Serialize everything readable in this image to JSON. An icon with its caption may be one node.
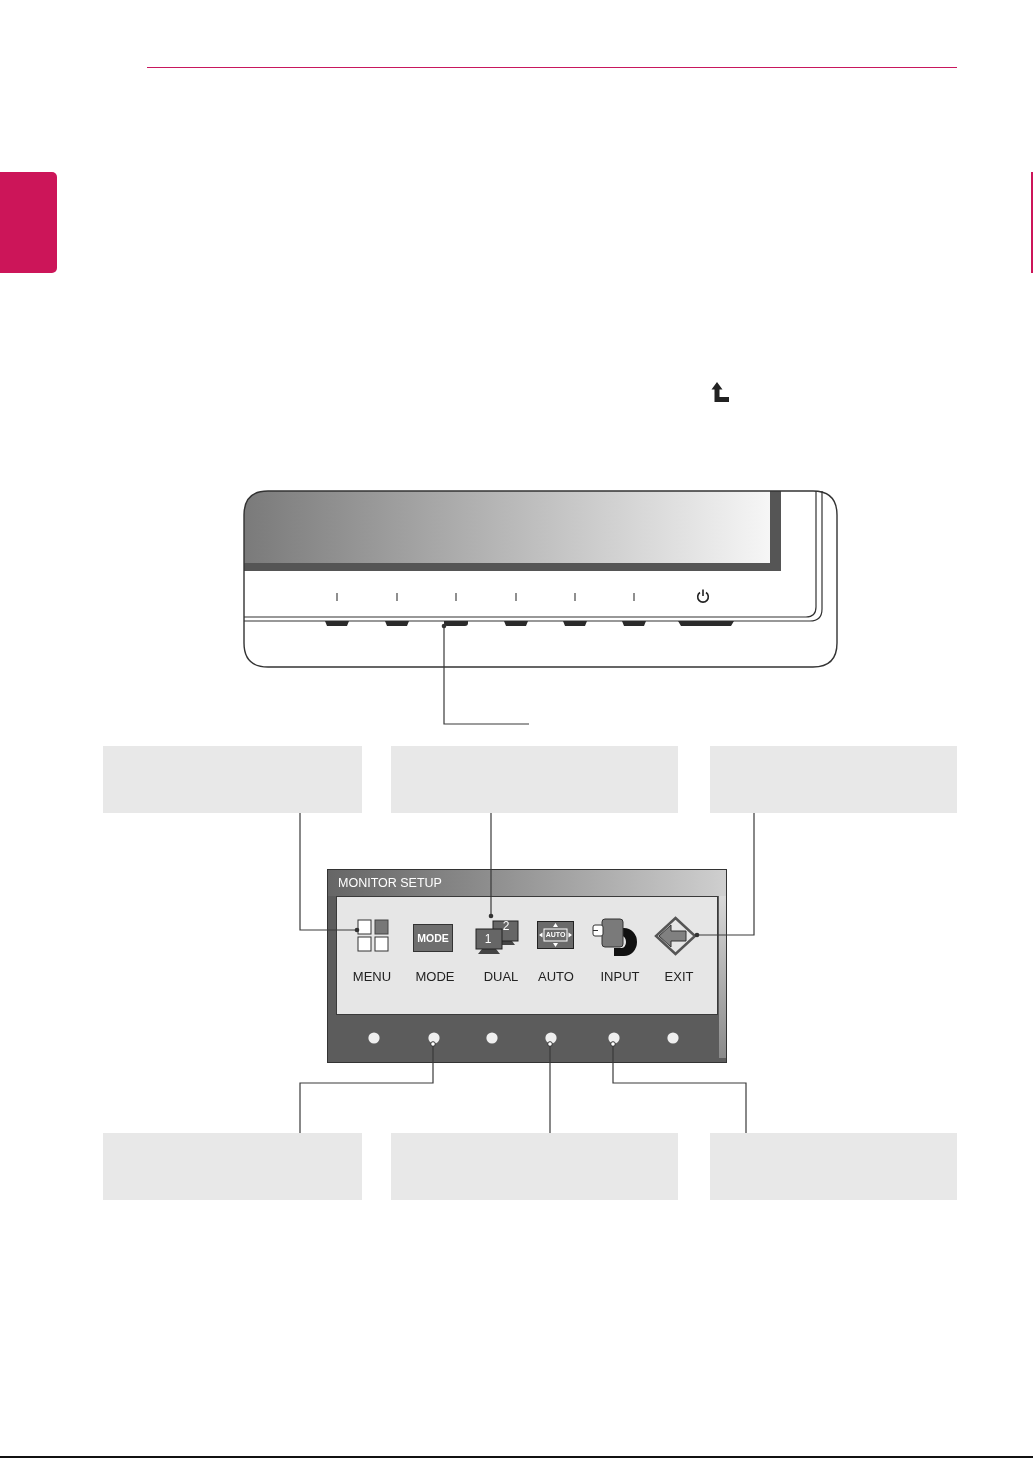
{
  "diagram": {
    "nodes": [
      {
        "text": [],
        "shape": "box"
      },
      {
        "text": [],
        "shape": "bar"
      },
      {
        "text": [],
        "shape": "box"
      },
      {
        "text": [],
        "shape": "box"
      },
      {
        "text": [],
        "shape": "box"
      },
      {
        "text": [
          "MONITOR SETUP"
        ]
      },
      {
        "text": [],
        "shape": "picture",
        "in": 5,
        "beside": [
          "MENU"
        ]
      },
      {
        "text": [
          "MODE"
        ],
        "in": 5,
        "beside": [
          "MODE"
        ]
      },
      {
        "text": [
          "1",
          "2"
        ],
        "in": 5,
        "beside": [
          "DUAL"
        ]
      },
      {
        "text": [
          "AUTO"
        ],
        "in": 5,
        "beside": [
          "AUTO"
        ]
      },
      {
        "text": [],
        "shape": "picture",
        "in": 5,
        "beside": [
          "INPUT"
        ]
      },
      {
        "text": [],
        "shape": "picture",
        "in": 5,
        "beside": [
          "EXIT"
        ]
      },
      {
        "text": [],
        "shape": "circle",
        "in": 5
      },
      {
        "text": [],
        "shape": "circle",
        "in": 5
      },
      {
        "text": [],
        "shape": "circle",
        "in": 5
      },
      {
        "text": [],
        "shape": "box"
      },
      {
        "text": [],
        "shape": "box"
      },
      {
        "text": [],
        "shape": "box"
      }
    ],
    "edges": [
      {
        "from": null,
        "to": 1,
        "arrow": "other"
      },
      {
        "from": 2,
        "to": 6,
        "arrow": "other"
      },
      {
        "from": 3,
        "to": 8,
        "arrow": "other"
      },
      {
        "from": 4,
        "to": 11,
        "arrow": "other"
      },
      {
        "from": 15,
        "to": 12,
        "arrow": "other"
      },
      {
        "from": 16,
        "to": 13,
        "arrow": "other"
      },
      {
        "from": 17,
        "to": 14,
        "arrow": "other"
      }
    ]
  }
}
